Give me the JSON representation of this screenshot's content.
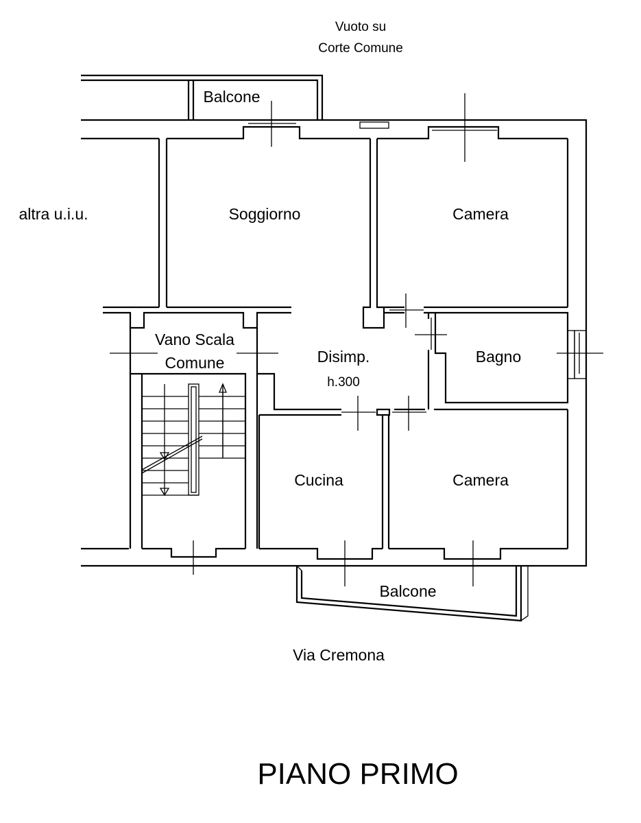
{
  "labels": {
    "courtyard_line1": "Vuoto su",
    "courtyard_line2": "Corte Comune",
    "balcony_top": "Balcone",
    "other_unit": "altra u.i.u.",
    "living_room": "Soggiorno",
    "bedroom_top": "Camera",
    "stair_line1": "Vano Scala",
    "stair_line2": "Comune",
    "hallway": "Disimp.",
    "ceiling_height": "h.300",
    "bathroom": "Bagno",
    "kitchen": "Cucina",
    "bedroom_bottom": "Camera",
    "balcony_bottom": "Balcone",
    "street": "Via Cremona",
    "floor_title": "PIANO PRIMO"
  },
  "colors": {
    "line": "#000000",
    "background": "#ffffff"
  }
}
